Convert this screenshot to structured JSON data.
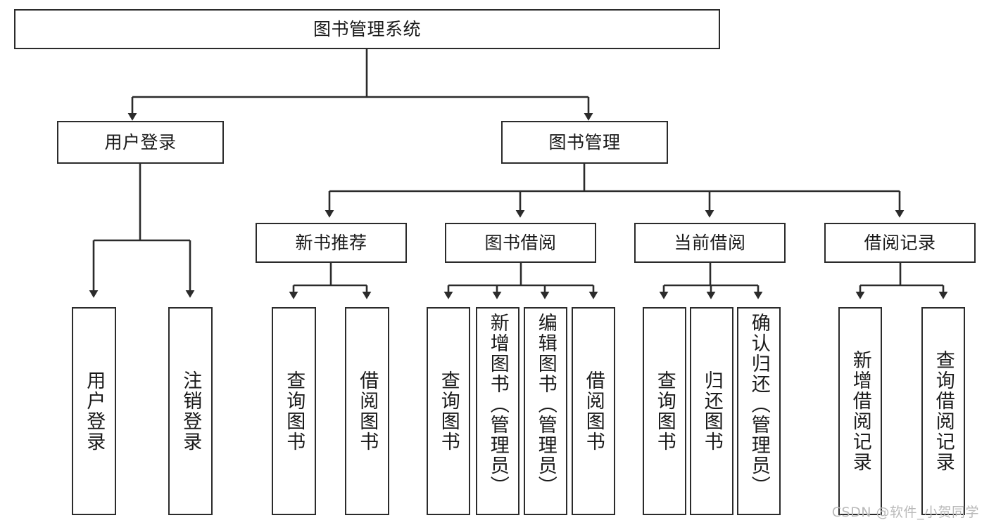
{
  "diagram": {
    "title": "图书管理系统",
    "type": "tree-hierarchy-diagram",
    "watermark": "CSDN @软件_小贺同学",
    "colors": {
      "box_border": "#2b2b2b",
      "box_fill": "#ffffff",
      "connector": "#2b2b2b",
      "text": "#1a1a1a",
      "watermark": "#b9b9b9",
      "background": "#ffffff"
    },
    "levels": {
      "root": {
        "label": "图书管理系统"
      },
      "level1": [
        {
          "label": "用户登录"
        },
        {
          "label": "图书管理"
        }
      ],
      "level2": [
        {
          "label": "新书推荐"
        },
        {
          "label": "图书借阅"
        },
        {
          "label": "当前借阅"
        },
        {
          "label": "借阅记录"
        }
      ],
      "leaves": {
        "user_login": [
          {
            "label": "用户登录"
          },
          {
            "label": "注销登录"
          }
        ],
        "new_book_recommend": [
          {
            "label": "查询图书"
          },
          {
            "label": "借阅图书"
          }
        ],
        "book_borrow": [
          {
            "label": "查询图书"
          },
          {
            "label": "新增图书（管理员）"
          },
          {
            "label": "编辑图书（管理员）"
          },
          {
            "label": "借阅图书"
          }
        ],
        "current_borrow": [
          {
            "label": "查询图书"
          },
          {
            "label": "归还图书"
          },
          {
            "label": "确认归还（管理员）"
          }
        ],
        "borrow_record": [
          {
            "label": "新增借阅记录"
          },
          {
            "label": "查询借阅记录"
          }
        ]
      }
    }
  }
}
